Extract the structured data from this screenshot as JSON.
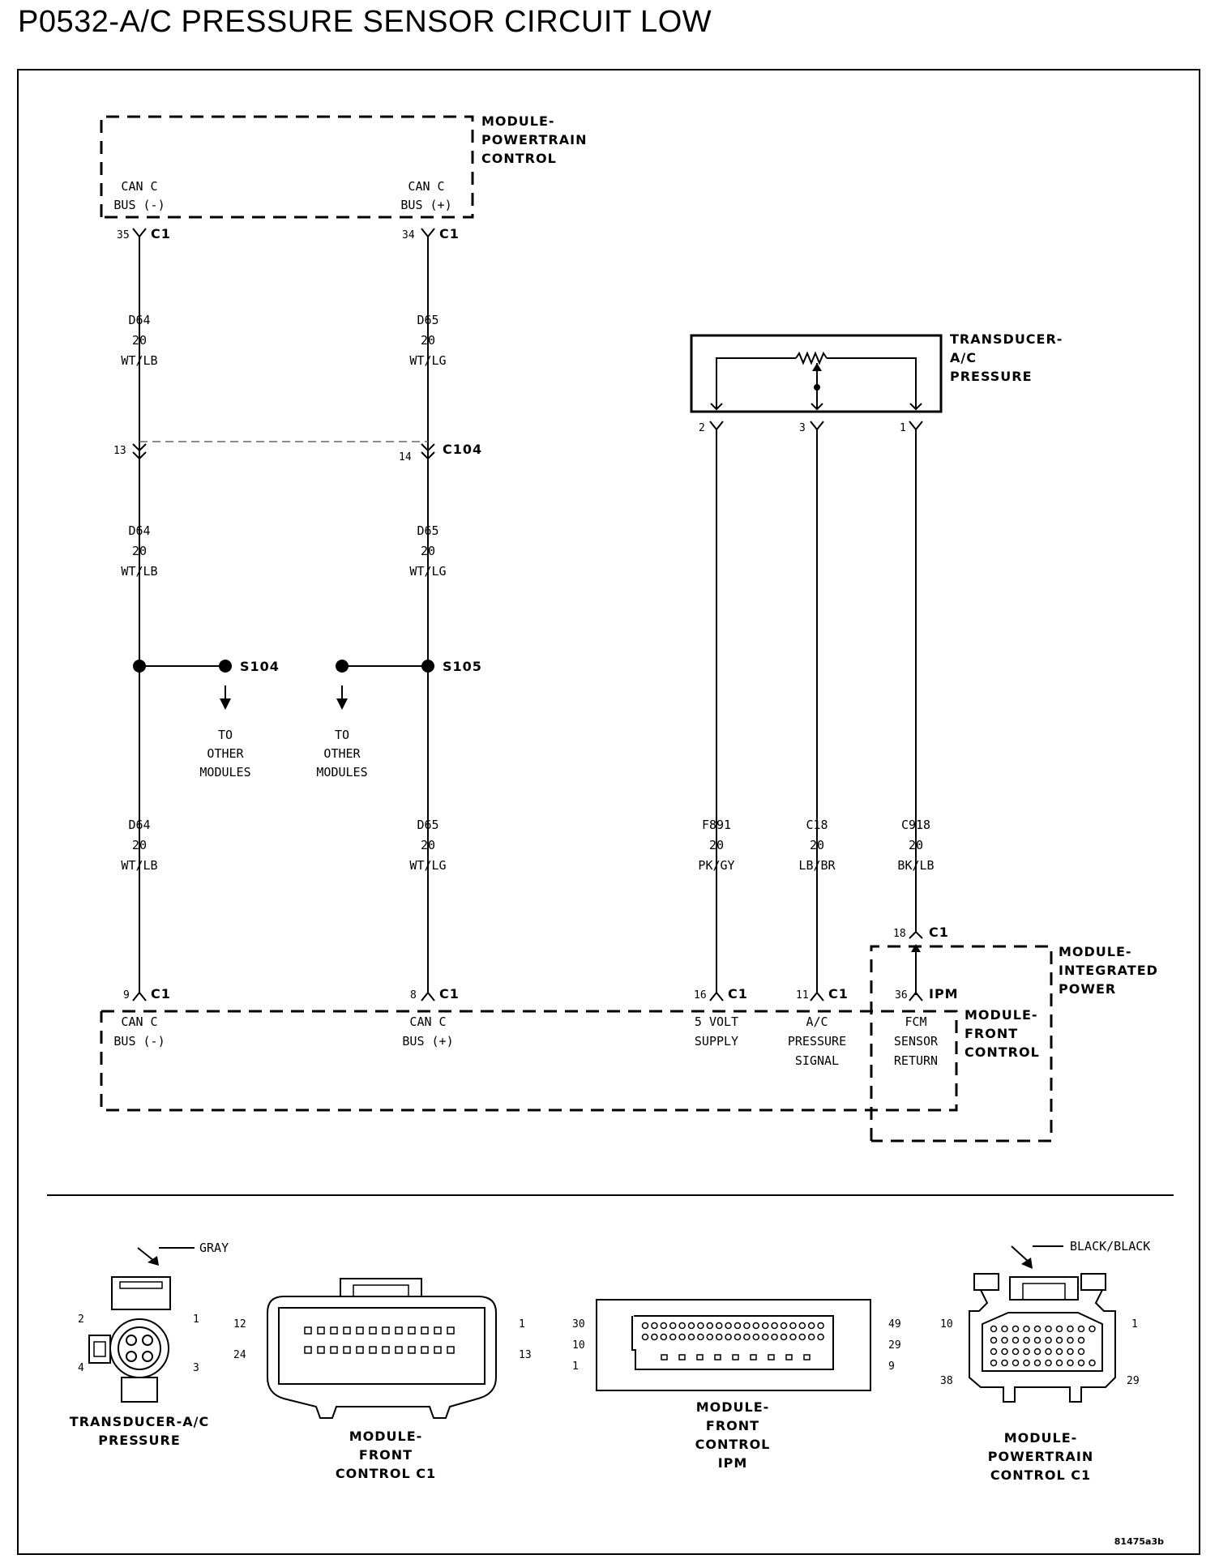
{
  "title": "P0532-A/C PRESSURE SENSOR CIRCUIT LOW",
  "modules": {
    "pcm": [
      "MODULE-",
      "POWERTRAIN",
      "CONTROL"
    ],
    "transducer": [
      "TRANSDUCER-",
      "A/C",
      "PRESSURE"
    ],
    "integrated_power": [
      "MODULE-",
      "INTEGRATED",
      "POWER"
    ],
    "front_control": [
      "MODULE-",
      "FRONT",
      "CONTROL"
    ]
  },
  "pcm_pins": {
    "can_minus": [
      "CAN C",
      "BUS (-)"
    ],
    "can_plus": [
      "CAN C",
      "BUS (+)"
    ],
    "pin_minus": "35",
    "pin_plus": "34",
    "conn": "C1"
  },
  "wires": {
    "d64": [
      "D64",
      "20",
      "WT/LB"
    ],
    "d65": [
      "D65",
      "20",
      "WT/LG"
    ],
    "f891": [
      "F891",
      "20",
      "PK/GY"
    ],
    "c18": [
      "C18",
      "20",
      "LB/BR"
    ],
    "c918": [
      "C918",
      "20",
      "BK/LB"
    ]
  },
  "c104": {
    "name": "C104",
    "pin_left": "13",
    "pin_right": "14"
  },
  "splices": {
    "s104": "S104",
    "s105": "S105",
    "to_other": [
      "TO",
      "OTHER",
      "MODULES"
    ]
  },
  "transducer_pins": {
    "left": "2",
    "mid": "3",
    "right": "1"
  },
  "fcm_pins": {
    "can_minus": {
      "pin": "9",
      "conn": "C1",
      "label": [
        "CAN C",
        "BUS (-)"
      ]
    },
    "can_plus": {
      "pin": "8",
      "conn": "C1",
      "label": [
        "CAN C",
        "BUS (+)"
      ]
    },
    "supply": {
      "pin": "16",
      "conn": "C1",
      "label": [
        "5 VOLT",
        "SUPPLY"
      ]
    },
    "signal": {
      "pin": "11",
      "conn": "C1",
      "label": [
        "A/C",
        "PRESSURE",
        "SIGNAL"
      ]
    },
    "return": {
      "pin": "36",
      "conn": "IPM",
      "label": [
        "FCM",
        "SENSOR",
        "RETURN"
      ]
    },
    "ipm_pin": "18",
    "ipm_conn": "C1"
  },
  "connector_views": {
    "transducer": {
      "color": "GRAY",
      "pins": [
        "2",
        "1",
        "4",
        "3"
      ],
      "label": [
        "TRANSDUCER-A/C",
        "PRESSURE"
      ]
    },
    "fcm_c1": {
      "pins": [
        "12",
        "1",
        "24",
        "13"
      ],
      "label": [
        "MODULE-",
        "FRONT",
        "CONTROL C1"
      ]
    },
    "fcm_ipm": {
      "pins": [
        "30",
        "10",
        "1",
        "49",
        "29",
        "9"
      ],
      "label": [
        "MODULE-",
        "FRONT",
        "CONTROL",
        "IPM"
      ]
    },
    "pcm_c1": {
      "color": "BLACK/BLACK",
      "pins": [
        "10",
        "1",
        "38",
        "29"
      ],
      "label": [
        "MODULE-",
        "POWERTRAIN",
        "CONTROL C1"
      ]
    }
  },
  "figure_id": "81475a3b"
}
